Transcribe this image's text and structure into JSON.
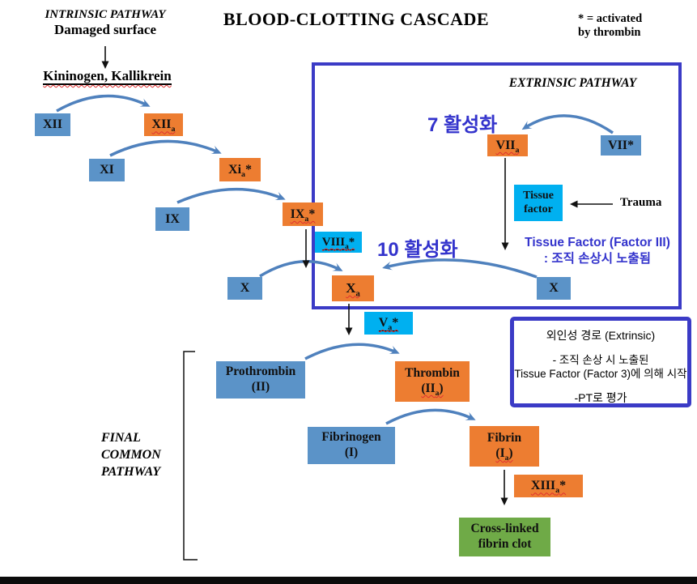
{
  "title": "BLOOD-CLOTTING CASCADE",
  "legend": {
    "line1": "* = activated",
    "line2": "by thrombin"
  },
  "intrinsic": {
    "heading": "INTRINSIC PATHWAY",
    "subheading": "Damaged surface",
    "trigger": "Kininogen, Kallikrein"
  },
  "extrinsic": {
    "heading": "EXTRINSIC PATHWAY",
    "activation7": "7 활성화",
    "activation10": "10 활성화",
    "tissue_factor_caption_line1": "Tissue Factor (Factor III)",
    "tissue_factor_caption_line2": ": 조직 손상시 노출됨",
    "trauma": "Trauma"
  },
  "final_common": {
    "line1": "FINAL",
    "line2": "COMMON",
    "line3": "PATHWAY"
  },
  "note_box": {
    "line1": "외인성 경로 (Extrinsic)",
    "line2": "- 조직 손상 시 노출된",
    "line3": "Tissue Factor (Factor 3)에 의해 시작",
    "line4": "-PT로 평가"
  },
  "factors": {
    "xii": {
      "main": "XII"
    },
    "xiia": {
      "main": "XII",
      "sub": "a"
    },
    "xi": {
      "main": "XI"
    },
    "xia": {
      "main": "Xi",
      "sub": "a",
      "star": "*"
    },
    "ix": {
      "main": "IX"
    },
    "ixa": {
      "main": "IX",
      "sub": "a",
      "star": "*"
    },
    "viiia": {
      "main": "VIII",
      "sub": "a",
      "star": "*"
    },
    "x_left": {
      "main": "X"
    },
    "xa": {
      "main": "X",
      "sub": "a"
    },
    "x_right": {
      "main": "X"
    },
    "va": {
      "main": "V",
      "sub": "a",
      "star": "*"
    },
    "viia": {
      "main": "VII",
      "sub": "a"
    },
    "vii_star": {
      "main": "VII*"
    },
    "tissue_factor": {
      "line1": "Tissue",
      "line2": "factor"
    },
    "prothrombin": {
      "line1": "Prothrombin",
      "line2": "(II)"
    },
    "thrombin": {
      "line1": "Thrombin",
      "l2a": "(II",
      "l2sub": "a",
      "l2b": ")"
    },
    "fibrinogen": {
      "line1": "Fibrinogen",
      "line2": "(I)"
    },
    "fibrin": {
      "line1": "Fibrin",
      "l2a": "(I",
      "l2sub": "a",
      "l2b": ")"
    },
    "xiiia": {
      "main": "XIII",
      "sub": "a",
      "star": "*"
    },
    "clot": {
      "line1": "Cross-linked",
      "line2": "fibrin clot"
    }
  },
  "colors": {
    "factor_blue": "#5b93c8",
    "factor_orange": "#ed7d31",
    "factor_cyan": "#00b0f0",
    "clot_green": "#6faa47",
    "arrow_blue": "#4f81bd",
    "frame_blue": "#3b3bc6",
    "korean_text_blue": "#3333cc"
  }
}
